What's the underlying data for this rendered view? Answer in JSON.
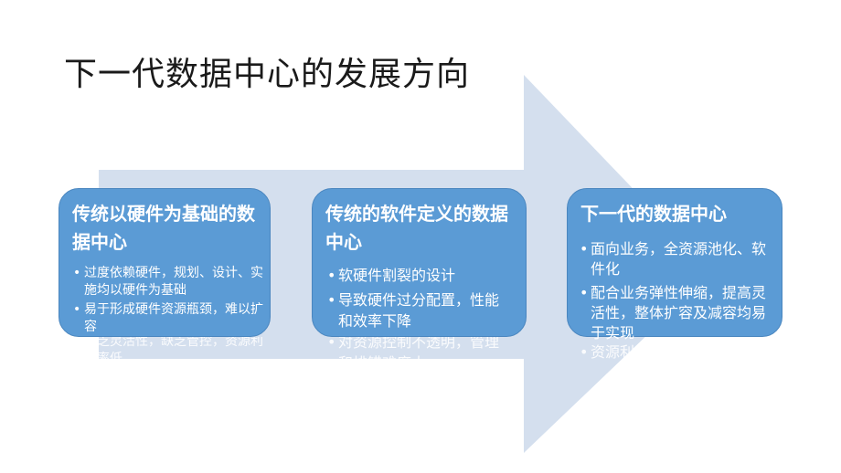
{
  "title": "下一代数据中心的发展方向",
  "colors": {
    "arrow": "#d4dfee",
    "card": "#5b9bd5",
    "card_border": "#4a86bf",
    "text": "#ffffff",
    "title": "#1a1a1a"
  },
  "cards": [
    {
      "title": "传统以硬件为基础的数据中心",
      "bullets": [
        "过度依赖硬件，规划、设计、实施均以硬件为基础",
        "易于形成硬件资源瓶颈，难以扩容",
        "缺乏灵活性，缺乏管控，资源利用率低"
      ]
    },
    {
      "title": "传统的软件定义的数据中心",
      "bullets": [
        "软硬件割裂的设计",
        "导致硬件过分配置，性能和效率下降",
        "对资源控制不透明，管理和排错难度大"
      ]
    },
    {
      "title": "下一代的数据中心",
      "bullets": [
        "面向业务，全资源池化、软件化",
        "配合业务弹性伸缩，提高灵活性，整体扩容及减容均易于实现",
        "资源利用率高"
      ]
    }
  ]
}
